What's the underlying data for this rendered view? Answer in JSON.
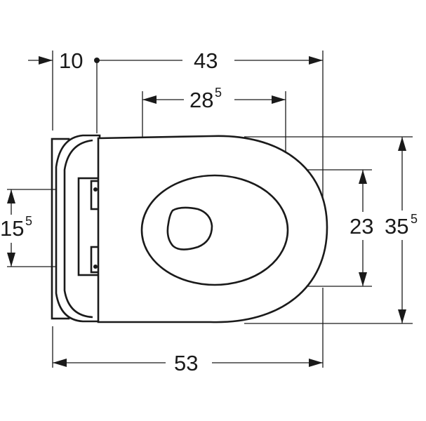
{
  "diagram": {
    "dimensions": {
      "offset": {
        "value": "10"
      },
      "length_axis_to_rim": {
        "value": "43"
      },
      "bowl_opening_width": {
        "value": "28",
        "sup": "5"
      },
      "fixing_spacing": {
        "value": "15",
        "sup": "5"
      },
      "bowl_opening_depth": {
        "value": "23"
      },
      "overall_width": {
        "value": "35",
        "sup": "5"
      },
      "overall_length": {
        "value": "53"
      }
    },
    "colors": {
      "line": "#1a1a1a",
      "background": "#ffffff"
    }
  }
}
